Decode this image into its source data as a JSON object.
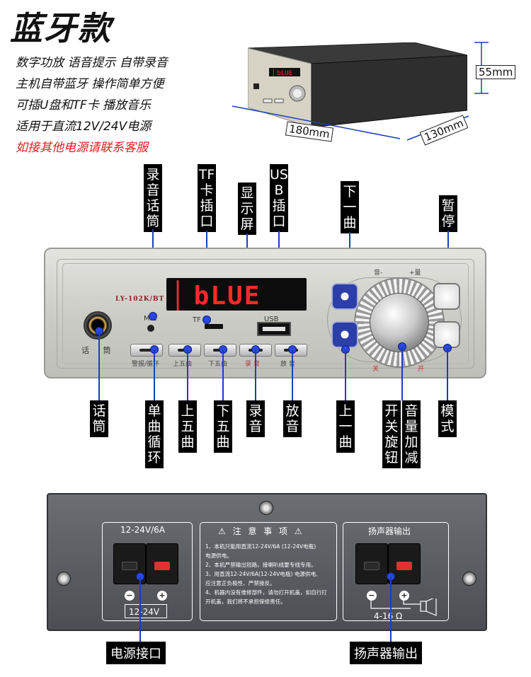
{
  "header": {
    "title": "蓝牙款",
    "features": [
      "数字功放 语音提示 自带录音",
      "主机自带蓝牙 操作简单方便",
      "可插U盘和TF卡 播放音乐",
      "适用于直流12V/24V电源"
    ],
    "notice_red": "如接其他电源请联系客服"
  },
  "dimensions": {
    "height": "55mm",
    "width": "180mm",
    "depth": "130mm"
  },
  "top_callouts": {
    "mic": "录音话筒",
    "tf": "TF卡插口",
    "display": "显示屏",
    "usb": "USB插口",
    "next": "下一曲",
    "pause": "暂停"
  },
  "bottom_callouts": {
    "mic_jack": "话筒",
    "single_loop": "单曲循环",
    "prev5": "上五曲",
    "next5": "下五曲",
    "record": "录音",
    "playback": "放音",
    "prev": "上一曲",
    "power_knob": "开关旋钮",
    "volume": "音量加减",
    "mode": "模式"
  },
  "front_panel": {
    "model": "LY-102K/BT",
    "display_text": "▏bLUE",
    "mic_label": "MIC",
    "tf_label": "TF",
    "usb_label": "USB",
    "jack_label": "话 筒",
    "buttons": [
      "警报/循环",
      "上五曲",
      "下五曲",
      "录 音",
      "放 音"
    ],
    "volume_minus": "音-",
    "volume_plus": "+量",
    "off_label": "关",
    "on_label": "开"
  },
  "rear_panel": {
    "power_title": "12-24V/6A",
    "power_bottom": "12-24V",
    "notice_title": "⚠ 注 意 事 项 ⚠",
    "notice_items": [
      "1、本机只能用直流12-24V/6A (12-24V电瓶)",
      "电源供电。",
      "2、本机严禁输出短路，接喇叭线要专线专用。",
      "3、用直流12-24V/6A(12-24V电瓶) 电源供电,",
      "应注意正负极性、严禁接反。",
      "4、机器内没有维修部件，请勿打开机盖，如自行打",
      "开机盖，我们将不承担保修责任。"
    ],
    "speaker_title": "扬声器输出",
    "impedance": "4-16 Ω",
    "minus": "−",
    "plus": "+"
  },
  "rear_callouts": {
    "power": "电源接口",
    "speaker": "扬声器输出"
  },
  "colors": {
    "callout_bg": "#000000",
    "pointer": "#2a48e0",
    "display_red": "#ff2a2a",
    "warning_red": "#e02020"
  }
}
